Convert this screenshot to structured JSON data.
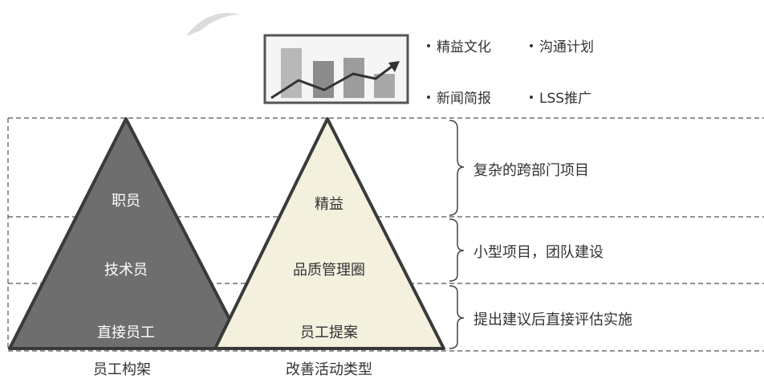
{
  "pyramids": {
    "staff_structure": {
      "caption": "员工构架",
      "levels": [
        "职员",
        "技术员",
        "直接员工"
      ]
    },
    "improvement_types": {
      "caption": "改善活动类型",
      "levels": [
        "精益",
        "品质管理圈",
        "员工提案"
      ]
    }
  },
  "bullets": [
    "精益文化",
    "沟通计划",
    "新闻简报",
    "LSS推广"
  ],
  "descriptions": [
    "复杂的跨部门项目",
    "小型项目，团队建设",
    "提出建议后直接评估实施"
  ],
  "colors": {
    "dark_pyramid": "#6e6e6e",
    "light_pyramid": "#f3f0dd",
    "pyramid_stroke": "#3a3a3a",
    "dashed_line": "#555555"
  }
}
